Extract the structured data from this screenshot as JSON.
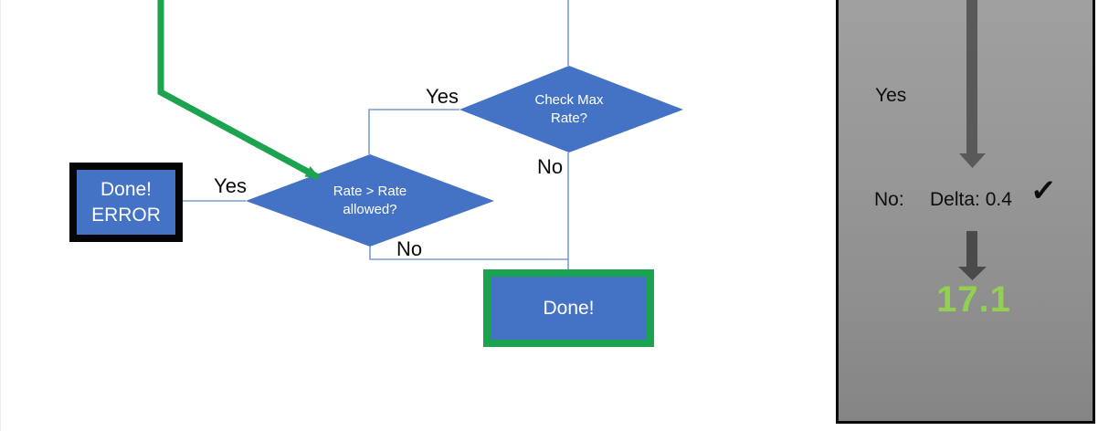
{
  "colors": {
    "shape_blue": "#4472C4",
    "connector_blue": "#7C9BD3",
    "path_green": "#1CA350",
    "result_green": "#92D050",
    "arrow_gray": "#595959",
    "panel_gray_top": "#A0A0A0",
    "panel_gray_bottom": "#858585",
    "border_black": "#0A0A0A"
  },
  "flowchart": {
    "decision_check_max_rate": {
      "label": "Check Max Rate?",
      "yes_label": "Yes",
      "no_label": "No"
    },
    "decision_rate_allowed": {
      "label": "Rate > Rate allowed?",
      "yes_label": "Yes",
      "no_label": "No"
    },
    "terminal_error": {
      "label": "Done! ERROR"
    },
    "terminal_done": {
      "label": "Done!"
    }
  },
  "side_panel": {
    "yes_label": "Yes",
    "no_label": "No:",
    "delta_value": "Delta: 0.4",
    "checkmark": "✓",
    "result_value": "17.1"
  }
}
